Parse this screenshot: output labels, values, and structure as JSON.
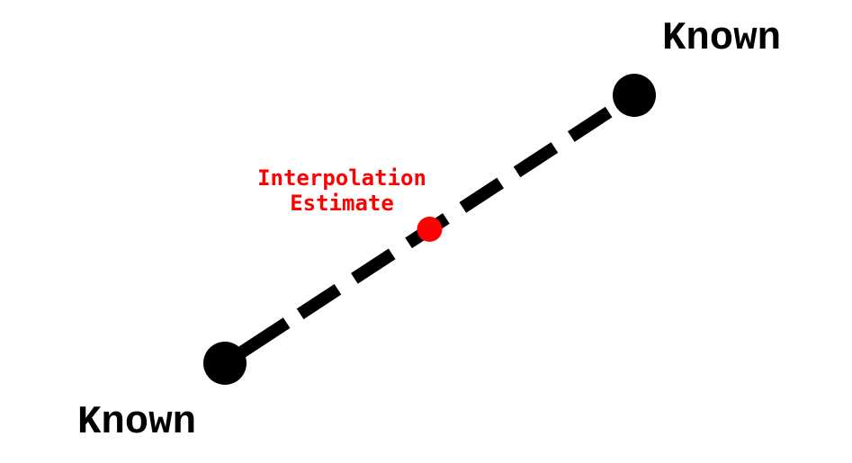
{
  "known_points": [
    {
      "id": "start",
      "label": "Known"
    },
    {
      "id": "end",
      "label": "Known"
    }
  ],
  "estimate": {
    "label_line1": "Interpolation",
    "label_line2": "Estimate",
    "fraction_along_line": 0.5
  },
  "colors": {
    "line": "#000000",
    "known_point": "#000000",
    "estimate_point": "#ff0000",
    "estimate_label": "#ff0000",
    "background": "#ffffff"
  },
  "line_style": "dashed"
}
